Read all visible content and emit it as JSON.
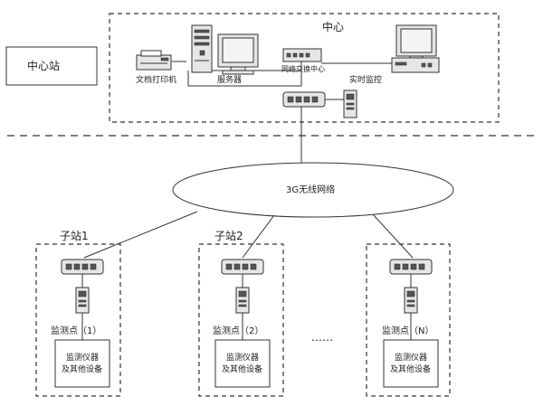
{
  "labels": {
    "central_station": "中心站",
    "center": "中心",
    "printer": "文档打印机",
    "server": "服务器",
    "switch_center": "网络交换中心",
    "realtime_monitor": "实时监控",
    "network": "3G无线网络",
    "ellipsis": "……"
  },
  "substations": [
    {
      "title": "子站1",
      "monitor_point": "监测点（1）",
      "equipment_line1": "监测仪器",
      "equipment_line2": "及其他设备"
    },
    {
      "title": "子站2",
      "monitor_point": "监测点（2）",
      "equipment_line1": "监测仪器",
      "equipment_line2": "及其他设备"
    },
    {
      "title": "",
      "monitor_point": "监测点（N）",
      "equipment_line1": "监测仪器",
      "equipment_line2": "及其他设备"
    }
  ]
}
